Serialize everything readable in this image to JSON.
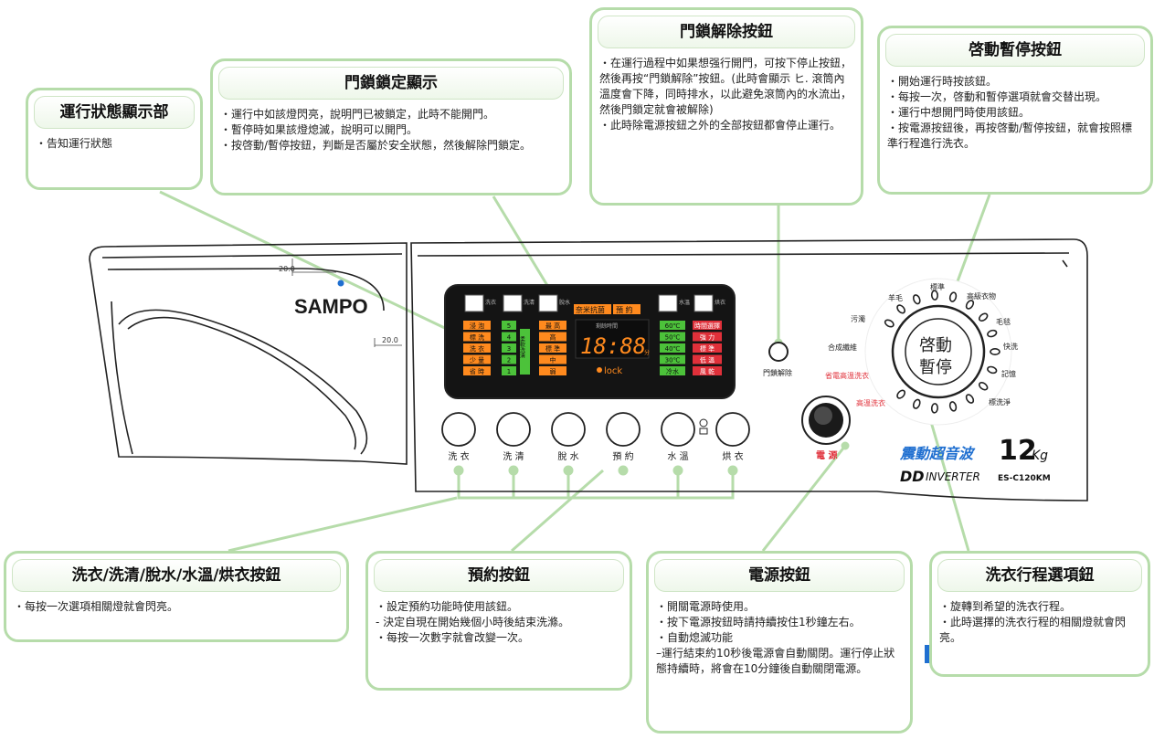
{
  "callouts": {
    "status": {
      "title": "運行狀態顯示部",
      "lines": [
        "・告知運行狀態"
      ]
    },
    "lock": {
      "title": "門鎖鎖定顯示",
      "lines": [
        "・運行中如該燈閃亮，說明門已被鎖定，此時不能開門。",
        "・暫停時如果該燈熄滅，說明可以開門。",
        "・按啓動/暫停按鈕，判斷是否屬於安全狀態，然後解除門鎖定。"
      ]
    },
    "unlock": {
      "title": "門鎖解除按鈕",
      "lines": [
        "・在運行過程中如果想强行開門，可按下停止按鈕，然後再按“門鎖解除”按鈕。(此時會顯示 ヒ. 滾筒內溫度會下降，同時排水，以此避免滾筒內的水流出，然後門鎖定就會被解除)",
        "・此時除電源按鈕之外的全部按鈕都會停止運行。"
      ]
    },
    "start": {
      "title": "啓動暫停按鈕",
      "lines": [
        "・開始運行時按該鈕。",
        "・每按一次，啓動和暫停選項就會交替出現。",
        "・運行中想開門時使用該鈕。",
        "・按電源按鈕後，再按啓動/暫停按鈕，就會按照標準行程進行洗衣。"
      ]
    },
    "wash": {
      "title": "洗衣/洗清/脫水/水溫/烘衣按鈕",
      "lines": [
        "・每按一次選項相關燈就會閃亮。"
      ]
    },
    "timer": {
      "title": "預約按鈕",
      "lines": [
        "・設定預約功能時使用該鈕。",
        " - 決定自現在開始幾個小時後結束洗滌。",
        "・每按一次數字就會改變一次。"
      ]
    },
    "power": {
      "title": "電源按鈕",
      "lines": [
        "・開關電源時使用。",
        "・按下電源按鈕時請持續按住1秒鐘左右。",
        "・自動熄滅功能",
        "–運行結束約10秒後電源會自動關閉。運行停止狀態持續時，將會在10分鐘後自動關閉電源。"
      ]
    },
    "course": {
      "title": "洗衣行程選項鈕",
      "lines": [
        "・旋轉到希望的洗衣行程。",
        "・此時選擇的洗衣行程的相關燈就會閃亮。"
      ]
    }
  },
  "panel": {
    "brand": "SAMPO",
    "dim": "20.0",
    "model": "ES-C120KM",
    "capacity": "12",
    "capacity_unit": "Kg",
    "inverter": "INVERTER",
    "dd": "DD",
    "slogan": "震動超音波",
    "lock_text": "lock",
    "display_title": "剩餘時間",
    "display_digits": "18:88",
    "display_unit": "分",
    "timer_labels": [
      "奈米抗菌",
      "預 約"
    ],
    "wash_col": [
      "浸 泡",
      "標 洗",
      "洗 衣",
      "少 量",
      "省 時"
    ],
    "rinse_col": [
      "5",
      "4",
      "3",
      "2",
      "1"
    ],
    "rinse_side": "柔軟洗清",
    "spin_col": [
      "最 高",
      "高",
      "標 準",
      "中",
      "弱"
    ],
    "temp_col": [
      "60℃",
      "50℃",
      "40℃",
      "30℃",
      "冷水"
    ],
    "dry_col": [
      "時間選擇",
      "強 力",
      "標 準",
      "低 溫",
      "風 乾"
    ],
    "buttons": [
      "洗 衣",
      "洗 清",
      "脫 水",
      "預 約",
      "水 溫",
      "烘 衣"
    ],
    "icon_wash": "洗衣",
    "icon_rinse": "洗清",
    "icon_spin": "脫水",
    "icon_temp": "水溫",
    "icon_dry": "烘衣",
    "door_release": "門鎖解除",
    "power_label": "電 源",
    "start_line1": "啓動",
    "start_line2": "暫停",
    "programs": [
      "標準",
      "高級衣物",
      "毛毯",
      "快洗",
      "記憶",
      "標洗淨",
      "高溫洗衣",
      "省電高溫洗衣",
      "合成纖維",
      "污濁",
      "羊毛"
    ]
  },
  "colors": {
    "callout_border": "#b6dcaa",
    "leader": "#b6dcaa",
    "panel_dark": "#1a1a1a",
    "orange": "#ff8a1e",
    "green": "#4cc23a",
    "red_label": "#e0303a",
    "blue": "#1f6fd0"
  }
}
